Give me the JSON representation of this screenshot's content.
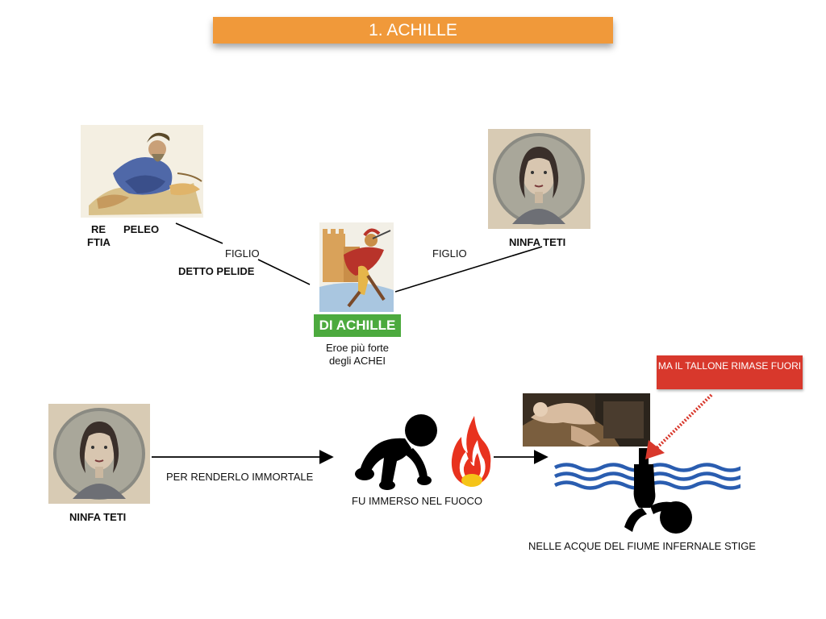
{
  "title": "1. ACHILLE",
  "parents": {
    "father_label_a": "RE",
    "father_label_b": "PELEO",
    "father_label_c": "FTIA",
    "mother_label": "NINFA TETI",
    "son_rel_left": "FIGLIO",
    "son_rel_right": "FIGLIO",
    "nickname": "DETTO PELIDE"
  },
  "hero": {
    "name": "DI ACHILLE",
    "desc_line1": "Eroe più forte",
    "desc_line2": "degli ACHEI"
  },
  "legend_story": {
    "mother_label": "NINFA TETI",
    "purpose": "PER RENDERLO IMMORTALE",
    "fire_caption": "FU IMMERSO NEL FUOCO",
    "river_caption": "NELLE ACQUE DEL FIUME INFERNALE STIGE",
    "heel_note": "MA IL TALLONE RIMASE FUORI"
  },
  "colors": {
    "title_bg": "#f0993a",
    "hero_bg": "#4caa3e",
    "note_bg": "#d8382c",
    "water": "#2a5db0"
  }
}
